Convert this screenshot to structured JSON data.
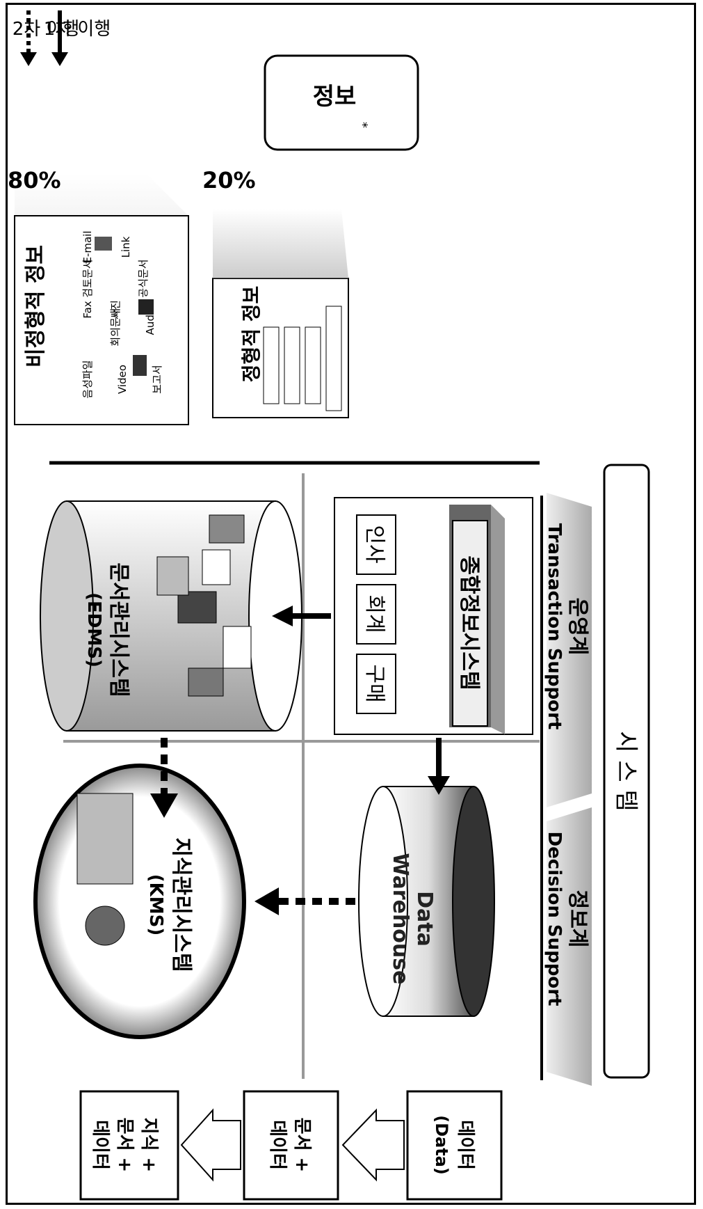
{
  "system_label": "시 스 템",
  "info_label": "정보",
  "info_superscript": "*",
  "edms": {
    "line1": "문서관리시스템",
    "line2": "(EDMS)"
  },
  "kms": {
    "line1": "지식관리시스템",
    "line2": "(KMS)"
  },
  "dw": {
    "line1": "Data",
    "line2": "Warehouse"
  },
  "erp": {
    "title": "종합정보시스템",
    "modules": [
      "인사",
      "회계",
      "구매"
    ]
  },
  "transaction": {
    "korean": "운영계",
    "english": "Transaction Support"
  },
  "decision": {
    "korean": "정보계",
    "english": "Decision Support"
  },
  "unstructured": {
    "title": "비정형적 정보",
    "percent": "80%",
    "items": [
      "E-mail",
      "Link",
      "검토문서",
      "공식문서",
      "Audio",
      "Fax",
      "사진",
      "회의문서",
      "음성파일",
      "Video",
      "보고서"
    ]
  },
  "structured": {
    "title": "정형적 정보",
    "percent": "20%"
  },
  "evolution": [
    {
      "line1": "데이터",
      "line2": "(Data)"
    },
    {
      "line1": "문서 +",
      "line2": "데이터"
    },
    {
      "line1": "지식 +",
      "line2": "문서 +",
      "line3": "데이터"
    }
  ],
  "legend": {
    "first": "1차 이행",
    "second": "2차 이행"
  }
}
